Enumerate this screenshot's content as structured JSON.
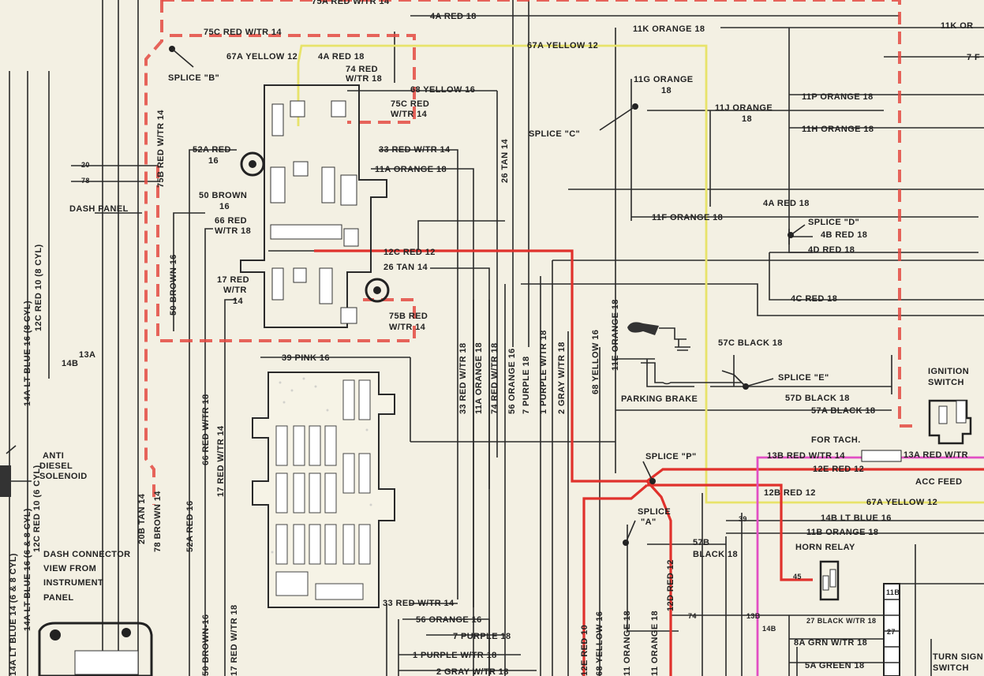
{
  "labels": {
    "w75a": "75A RED W/TR 14",
    "w4a": "4A RED 18",
    "w11k": "11K ORANGE 18",
    "w11k_r": "11K OR",
    "w67a": "67A YELLOW 12",
    "w67a_yel": "67A YELLOW 12",
    "w75c": "75C RED W/TR 14",
    "w4a_top": "4A RED 18",
    "w74a": "74 RED",
    "w74b": "W/TR 18",
    "w11g": "11G ORANGE",
    "w11g2": "18",
    "w68": "68 YELLOW 16",
    "w75cr": "75C RED",
    "w75cr2": "W/TR 14",
    "w11j": "11J ORANGE",
    "w11j2": "18",
    "w11p": "11P ORANGE 18",
    "w11h": "11H ORANGE 18",
    "spliceB": "SPLICE \"B\"",
    "spliceC": "SPLICE \"C\"",
    "spliceD": "SPLICE \"D\"",
    "spliceE": "SPLICE \"E\"",
    "spliceP": "SPLICE \"P\"",
    "spliceA": "SPLICE",
    "spliceA2": "\"A\"",
    "w7": "7 F",
    "w52a": "52A RED",
    "w52a2": "16",
    "w33": "33 RED W/TR 14",
    "w11a": "11A ORANGE 18",
    "w26tan": "26 TAN 14",
    "w20": "20",
    "w78": "78",
    "dash_panel": "DASH PANEL",
    "w50": "50 BROWN",
    "w50b": "16",
    "w66": "66 RED",
    "w66b": "W/TR 18",
    "w11f": "11F ORANGE 18",
    "w4a2": "4A RED 18",
    "w4b": "4B RED 18",
    "w4d": "4D RED 18",
    "w12c": "12C RED 12",
    "w26": "26 TAN 14",
    "w17": "17 RED",
    "w17b": "W/TR",
    "w17c": "14",
    "w4c": "4C RED 18",
    "w75b": "75B RED",
    "w75b2": "W/TR 14",
    "w75b_v": "75B RED W/TR 14",
    "w50v": "50 BROWN 16",
    "w14a": "14A LT BLUE 16 (8 CYL)",
    "w12c_v": "12C RED 10 (8 CYL)",
    "w13a": "13A",
    "w14b": "14B",
    "w39": "39 PINK 16",
    "w57c": "57C BLACK 18",
    "ignition": "IGNITION",
    "ignition2": "SWITCH",
    "parking": "PARKING BRAKE",
    "w57d": "57D BLACK 18",
    "w57a": "57A BLACK 18",
    "anti": "ANTI",
    "anti2": "DIESEL",
    "anti3": "SOLENOID",
    "for_tach": "FOR TACH.",
    "w13b": "13B RED W/TR 14",
    "w13a_r": "13A RED W/TR",
    "w12e": "12E RED 12",
    "acc": "ACC FEED",
    "w12b": "12B RED 12",
    "w67a_b": "67A YELLOW 12",
    "w14b_lt": "14B LT BLUE 16",
    "w11b": "11B ORANGE 18",
    "horn": "HORN RELAY",
    "w57b": "57B",
    "w57b2": "BLACK 18",
    "w39n": "39",
    "dash_conn": "DASH CONNECTOR",
    "dash_conn2": "VIEW FROM",
    "dash_conn3": "INSTRUMENT",
    "dash_conn4": "PANEL",
    "w45": "45",
    "w74": "74",
    "w13b_n": "13B",
    "w14b_n": "14B",
    "w27": "27 BLACK W/TR 18",
    "w8a": "8A GRN W/TR 18",
    "w5a": "5A GREEN 18",
    "turn": "TURN SIGN",
    "turn2": "SWITCH",
    "w33b": "33 RED W/TR 14",
    "w56": "56 ORANGE 16",
    "w7p": "7 PURPLE 18",
    "w1p": "1 PURPLE W/TR 18",
    "w2g": "2 GRAY W/TR 18",
    "v33": "33 RED W/TR 18",
    "v11a": "11A ORANGE 18",
    "v74": "74 RED W/TR 18",
    "v56": "56 ORANGE 16",
    "v7": "7 PURPLE 18",
    "v1": "1 PURPLE W/TR 18",
    "v2": "2 GRAY W/TR 18",
    "v68": "68 YELLOW 16",
    "v11e": "11E ORANGE 18",
    "v20b": "20B TAN 14",
    "v78": "78 BROWN 14",
    "v52a": "52A RED 16",
    "v66": "66 RED W/TR 18",
    "v17": "17 RED W/TR 14",
    "v12d": "12D RED 12",
    "v57b": "57B",
    "v12e10": "12E RED 10",
    "v68b": "68 YELLOW 16",
    "v11ob": "11 ORANGE 18",
    "v11oc": "11 ORANGE 18",
    "v14a": "14A LT BLUE 16 (6 & 8 CYL)",
    "v12c": "12C RED 10 (6 CYL)",
    "v14a2": "14A LT BLUE 14 (6 & 8 CYL)",
    "v50n": "50 BROWN-16",
    "v17b": "17 RED W/TR 18",
    "v11b_box": "11B",
    "v27box": "27"
  }
}
